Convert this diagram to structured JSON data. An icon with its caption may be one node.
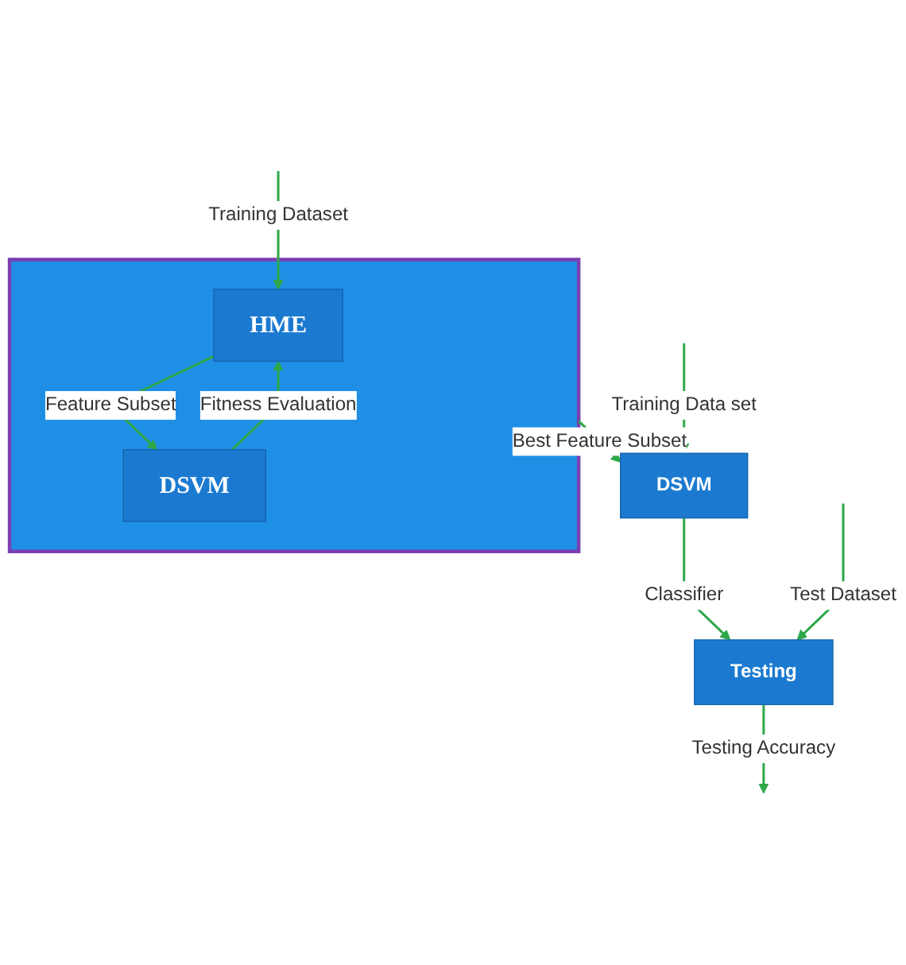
{
  "diagram": {
    "nodes": [
      {
        "text": [],
        "shape": "box"
      },
      {
        "text": [
          "HME"
        ],
        "in": 0
      },
      {
        "text": [
          "DSVM"
        ],
        "in": 0
      },
      {
        "text": [
          "DSVM"
        ]
      },
      {
        "text": [
          "Testing"
        ]
      }
    ],
    "edges": [
      {
        "from": null,
        "to": 1,
        "arrow": "to",
        "label": "Training Dataset"
      },
      {
        "from": 1,
        "to": 2,
        "arrow": "to",
        "label": "Feature Subset"
      },
      {
        "from": 2,
        "to": 1,
        "arrow": "to",
        "label": "Fitness Evaluation"
      },
      {
        "from": 0,
        "to": 3,
        "arrow": "to",
        "label": "Best Feature Subset"
      },
      {
        "from": null,
        "to": 3,
        "arrow": "to",
        "label": "Training Data set"
      },
      {
        "from": 3,
        "to": 4,
        "arrow": "to",
        "label": "Classifier"
      },
      {
        "from": null,
        "to": 4,
        "arrow": "to",
        "label": "Test Dataset"
      },
      {
        "from": 4,
        "to": null,
        "arrow": "to",
        "label": "Testing Accuracy"
      }
    ]
  }
}
